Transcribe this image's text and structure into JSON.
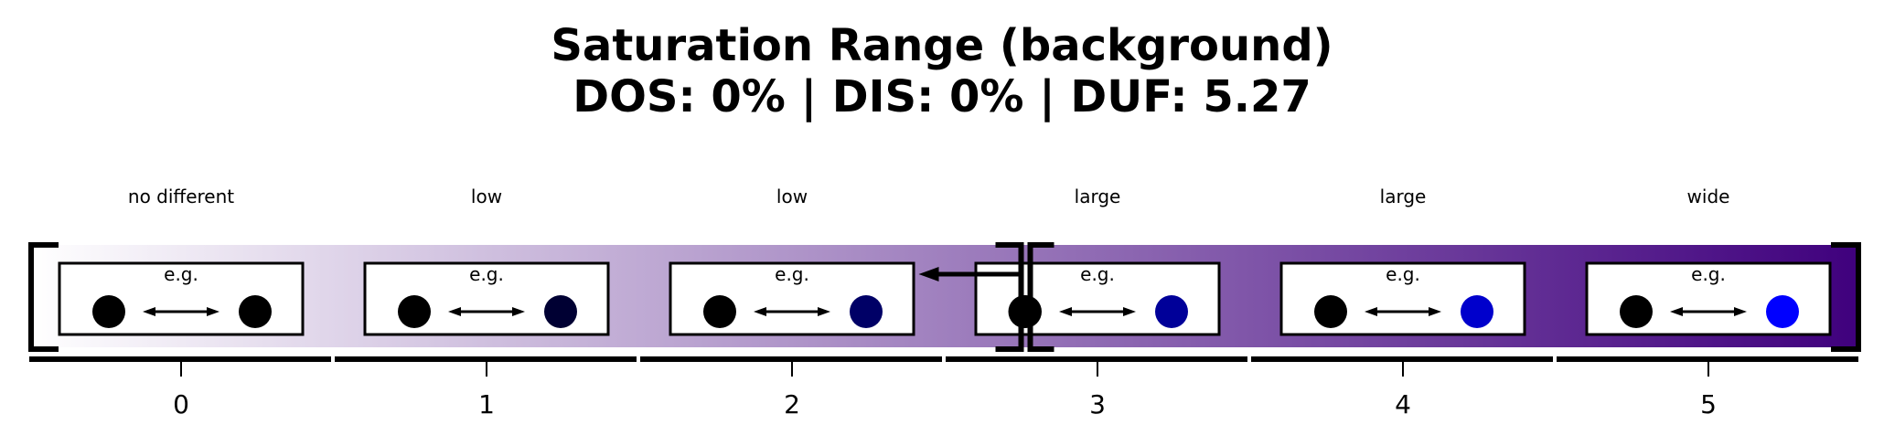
{
  "title": {
    "line1": "Saturation Range (background)",
    "line2": "DOS: 0% | DIS: 0% | DUF: 5.27"
  },
  "levels": [
    {
      "value": "0",
      "label": "no different",
      "example_text": "e.g.",
      "left_dot_color": "#000000",
      "right_dot_color": "#000000"
    },
    {
      "value": "1",
      "label": "low",
      "example_text": "e.g.",
      "left_dot_color": "#000000",
      "right_dot_color": "#000033"
    },
    {
      "value": "2",
      "label": "low",
      "example_text": "e.g.",
      "left_dot_color": "#000000",
      "right_dot_color": "#000066"
    },
    {
      "value": "3",
      "label": "large",
      "example_text": "e.g.",
      "left_dot_color": "#000000",
      "right_dot_color": "#000099"
    },
    {
      "value": "4",
      "label": "large",
      "example_text": "e.g.",
      "left_dot_color": "#000000",
      "right_dot_color": "#0000cc"
    },
    {
      "value": "5",
      "label": "wide",
      "example_text": "e.g.",
      "left_dot_color": "#000000",
      "right_dot_color": "#0000ff"
    }
  ],
  "gradient": {
    "start_color": "#ffffff",
    "end_color": "#3f007d"
  },
  "marker": {
    "level": 2.75,
    "direction": "left"
  },
  "range_bracket": {
    "min": -0.5,
    "max": 5.5
  }
}
